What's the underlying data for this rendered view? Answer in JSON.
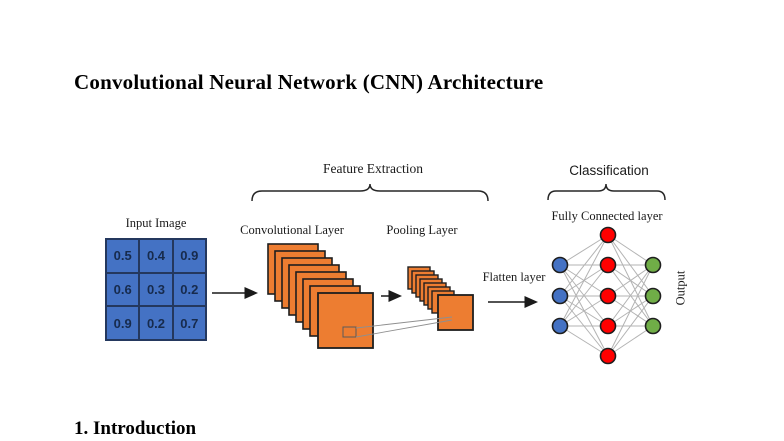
{
  "document": {
    "title": "Convolutional Neural Network (CNN) Architecture",
    "section_heading": "1. Introduction"
  },
  "figure": {
    "labels": {
      "feature_extraction": "Feature Extraction",
      "classification": "Classification",
      "input_image": "Input Image",
      "convolutional_layer": "Convolutional Layer",
      "pooling_layer": "Pooling Layer",
      "flatten_layer": "Flatten layer",
      "fully_connected_layer": "Fully Connected layer",
      "output": "Output"
    },
    "input_grid": {
      "values": [
        [
          "0.5",
          "0.4",
          "0.9"
        ],
        [
          "0.6",
          "0.3",
          "0.2"
        ],
        [
          "0.9",
          "0.2",
          "0.7"
        ]
      ]
    },
    "network": {
      "input_nodes": 3,
      "hidden_nodes": 5,
      "output_nodes": 3
    },
    "colors": {
      "grid_fill": "#4472C4",
      "grid_border": "#24385e",
      "layer_orange": "#ED7D31",
      "layer_border": "#1e1e1e",
      "node_blue": "#4472C4",
      "node_red": "#FF0000",
      "node_green": "#70AD47",
      "node_border": "#1e1e1e",
      "edge_gray": "#b3b3b3",
      "arrow_black": "#1a1a1a"
    }
  }
}
